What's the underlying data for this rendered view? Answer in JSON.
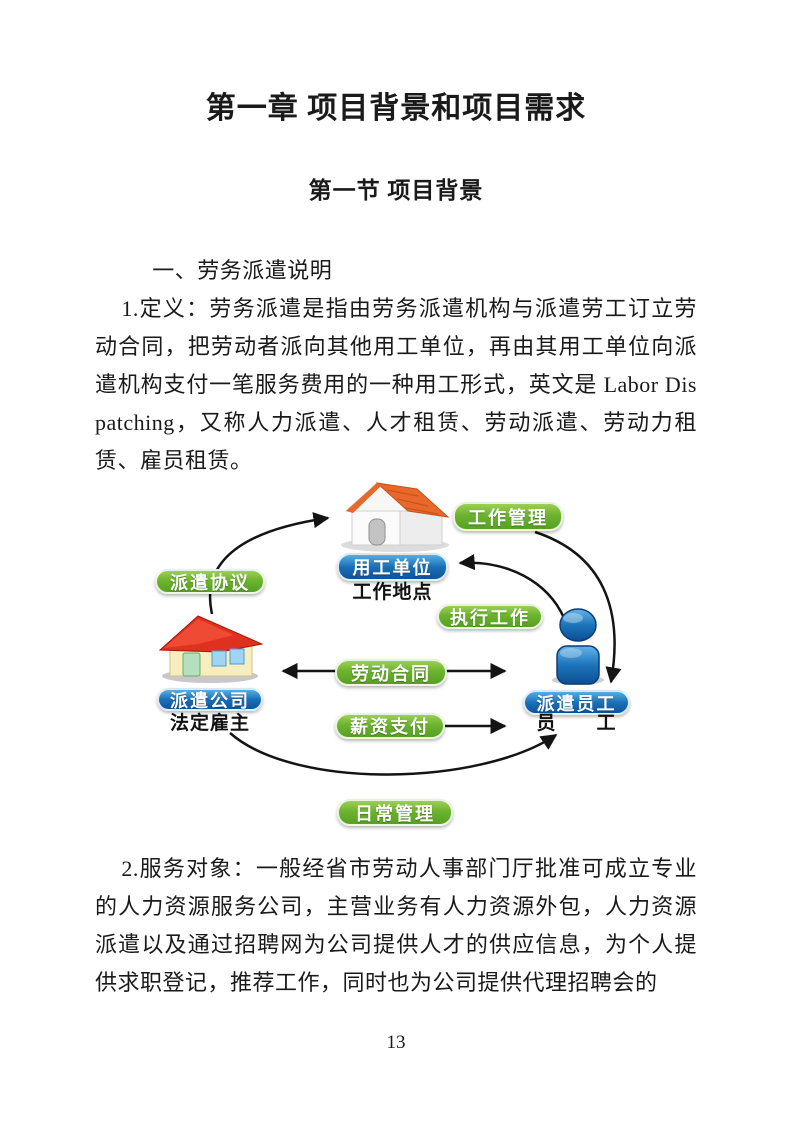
{
  "page": {
    "title": "第一章 项目背景和项目需求",
    "subtitle": "第一节 项目背景",
    "page_number": "13"
  },
  "content": {
    "list_heading": "一、劳务派遣说明",
    "definition": "1.定义：劳务派遣是指由劳务派遣机构与派遣劳工订立劳动合同，把劳动者派向其他用工单位，再由其用工单位向派遣机构支付一笔服务费用的一种用工形式，英文是 Labor Dispatching，又称人力派遣、人才租赁、劳动派遣、劳动力租赁、雇员租赁。",
    "service_targets": "2.服务对象：一般经省市劳动人事部门厅批准可成立专业的人力资源服务公司，主营业务有人力资源外包，人力资源派遣以及通过招聘网为公司提供人才的供应信息，为个人提供求职登记，推荐工作，同时也为公司提供代理招聘会的"
  },
  "diagram": {
    "nodes": {
      "employer_unit": {
        "label": "用工单位",
        "caption": "工作地点"
      },
      "dispatch_company": {
        "label": "派遣公司",
        "caption": "法定雇主"
      },
      "employee": {
        "label": "派遣员工",
        "caption": "员　　工"
      }
    },
    "edges": {
      "dispatch_agreement": "派遣协议",
      "work_management": "工作管理",
      "execute_work": "执行工作",
      "labor_contract": "劳动合同",
      "salary_payment": "薪资支付",
      "daily_management": "日常管理"
    },
    "colors": {
      "green_pill": "#6cb32e",
      "blue_pill": "#1a70b6",
      "arrow": "#141414",
      "roof_orange": "#e8672a",
      "roof_red": "#e0301f"
    }
  }
}
